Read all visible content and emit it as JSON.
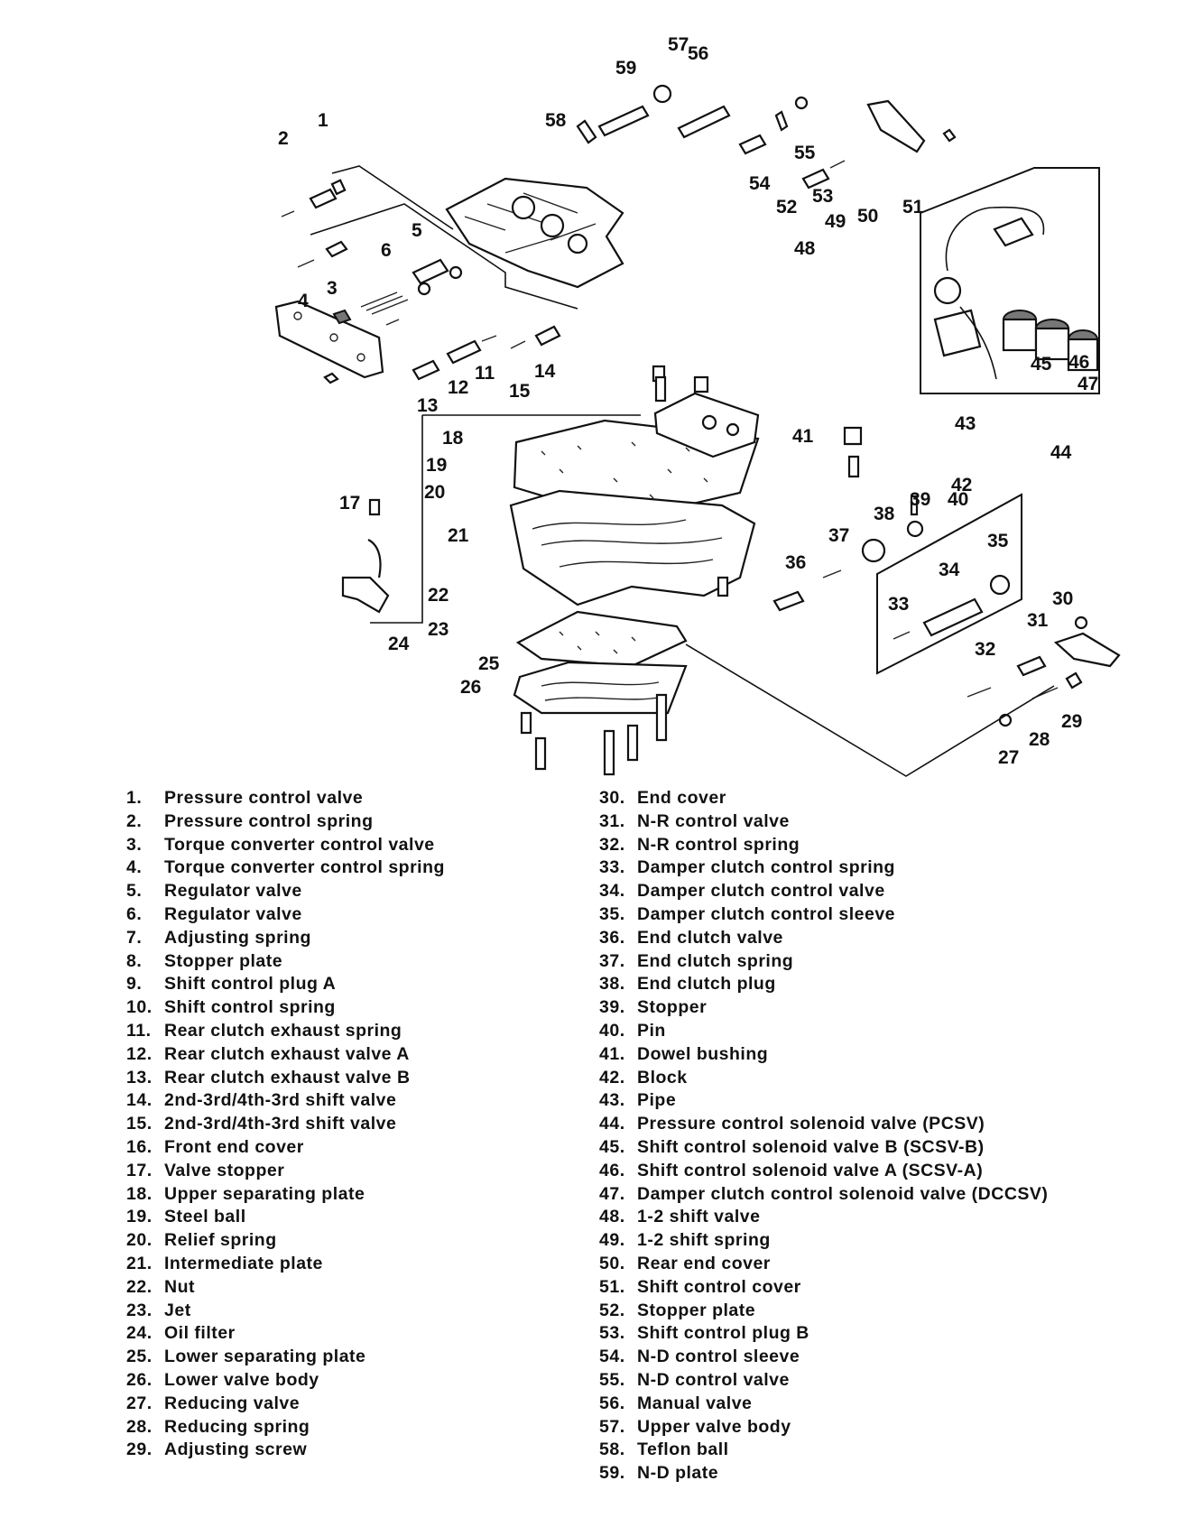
{
  "diagram": {
    "callouts": [
      "1",
      "2",
      "3",
      "4",
      "5",
      "6",
      "11",
      "12",
      "13",
      "14",
      "15",
      "17",
      "18",
      "19",
      "20",
      "21",
      "22",
      "23",
      "24",
      "25",
      "26",
      "27",
      "28",
      "29",
      "30",
      "31",
      "32",
      "33",
      "34",
      "35",
      "36",
      "37",
      "38",
      "39",
      "40",
      "41",
      "42",
      "43",
      "44",
      "45",
      "46",
      "47",
      "48",
      "49",
      "50",
      "51",
      "52",
      "53",
      "54",
      "55",
      "56",
      "57",
      "58",
      "59"
    ]
  },
  "legend": {
    "left": [
      {
        "num": "1.",
        "label": "Pressure control valve"
      },
      {
        "num": "2.",
        "label": "Pressure control spring"
      },
      {
        "num": "3.",
        "label": "Torque converter control valve"
      },
      {
        "num": "4.",
        "label": "Torque converter control spring"
      },
      {
        "num": "5.",
        "label": "Regulator valve"
      },
      {
        "num": "6.",
        "label": "Regulator valve"
      },
      {
        "num": "7.",
        "label": "Adjusting spring"
      },
      {
        "num": "8.",
        "label": "Stopper plate"
      },
      {
        "num": "9.",
        "label": "Shift control plug A"
      },
      {
        "num": "10.",
        "label": "Shift control spring"
      },
      {
        "num": "11.",
        "label": "Rear clutch exhaust spring"
      },
      {
        "num": "12.",
        "label": "Rear clutch exhaust valve A"
      },
      {
        "num": "13.",
        "label": "Rear clutch exhaust valve B"
      },
      {
        "num": "14.",
        "label": "2nd-3rd/4th-3rd shift valve"
      },
      {
        "num": "15.",
        "label": "2nd-3rd/4th-3rd shift valve"
      },
      {
        "num": "16.",
        "label": "Front end cover"
      },
      {
        "num": "17.",
        "label": "Valve stopper"
      },
      {
        "num": "18.",
        "label": "Upper separating plate"
      },
      {
        "num": "19.",
        "label": "Steel ball"
      },
      {
        "num": "20.",
        "label": "Relief spring"
      },
      {
        "num": "21.",
        "label": "Intermediate plate"
      },
      {
        "num": "22.",
        "label": "Nut"
      },
      {
        "num": "23.",
        "label": "Jet"
      },
      {
        "num": "24.",
        "label": "Oil filter"
      },
      {
        "num": "25.",
        "label": "Lower separating plate"
      },
      {
        "num": "26.",
        "label": "Lower valve body"
      },
      {
        "num": "27.",
        "label": "Reducing valve"
      },
      {
        "num": "28.",
        "label": "Reducing spring"
      },
      {
        "num": "29.",
        "label": "Adjusting screw"
      }
    ],
    "right": [
      {
        "num": "30.",
        "label": "End cover"
      },
      {
        "num": "31.",
        "label": "N-R control valve"
      },
      {
        "num": "32.",
        "label": "N-R control spring"
      },
      {
        "num": "33.",
        "label": "Damper clutch control spring"
      },
      {
        "num": "34.",
        "label": "Damper clutch control valve"
      },
      {
        "num": "35.",
        "label": "Damper clutch control sleeve"
      },
      {
        "num": "36.",
        "label": "End clutch valve"
      },
      {
        "num": "37.",
        "label": "End clutch spring"
      },
      {
        "num": "38.",
        "label": "End clutch plug"
      },
      {
        "num": "39.",
        "label": "Stopper"
      },
      {
        "num": "40.",
        "label": "Pin"
      },
      {
        "num": "41.",
        "label": "Dowel bushing"
      },
      {
        "num": "42.",
        "label": "Block"
      },
      {
        "num": "43.",
        "label": "Pipe"
      },
      {
        "num": "44.",
        "label": "Pressure control solenoid valve (PCSV)"
      },
      {
        "num": "45.",
        "label": "Shift control solenoid valve B (SCSV-B)"
      },
      {
        "num": "46.",
        "label": "Shift control solenoid valve A (SCSV-A)"
      },
      {
        "num": "47.",
        "label": "Damper clutch control solenoid valve (DCCSV)"
      },
      {
        "num": "48.",
        "label": "1-2 shift valve"
      },
      {
        "num": "49.",
        "label": "1-2 shift spring"
      },
      {
        "num": "50.",
        "label": "Rear end cover"
      },
      {
        "num": "51.",
        "label": "Shift control cover"
      },
      {
        "num": "52.",
        "label": "Stopper plate"
      },
      {
        "num": "53.",
        "label": "Shift control plug B"
      },
      {
        "num": "54.",
        "label": "N-D control sleeve"
      },
      {
        "num": "55.",
        "label": "N-D control valve"
      },
      {
        "num": "56.",
        "label": "Manual valve"
      },
      {
        "num": "57.",
        "label": "Upper valve body"
      },
      {
        "num": "58.",
        "label": "Teflon ball"
      },
      {
        "num": "59.",
        "label": "N-D plate"
      }
    ]
  }
}
